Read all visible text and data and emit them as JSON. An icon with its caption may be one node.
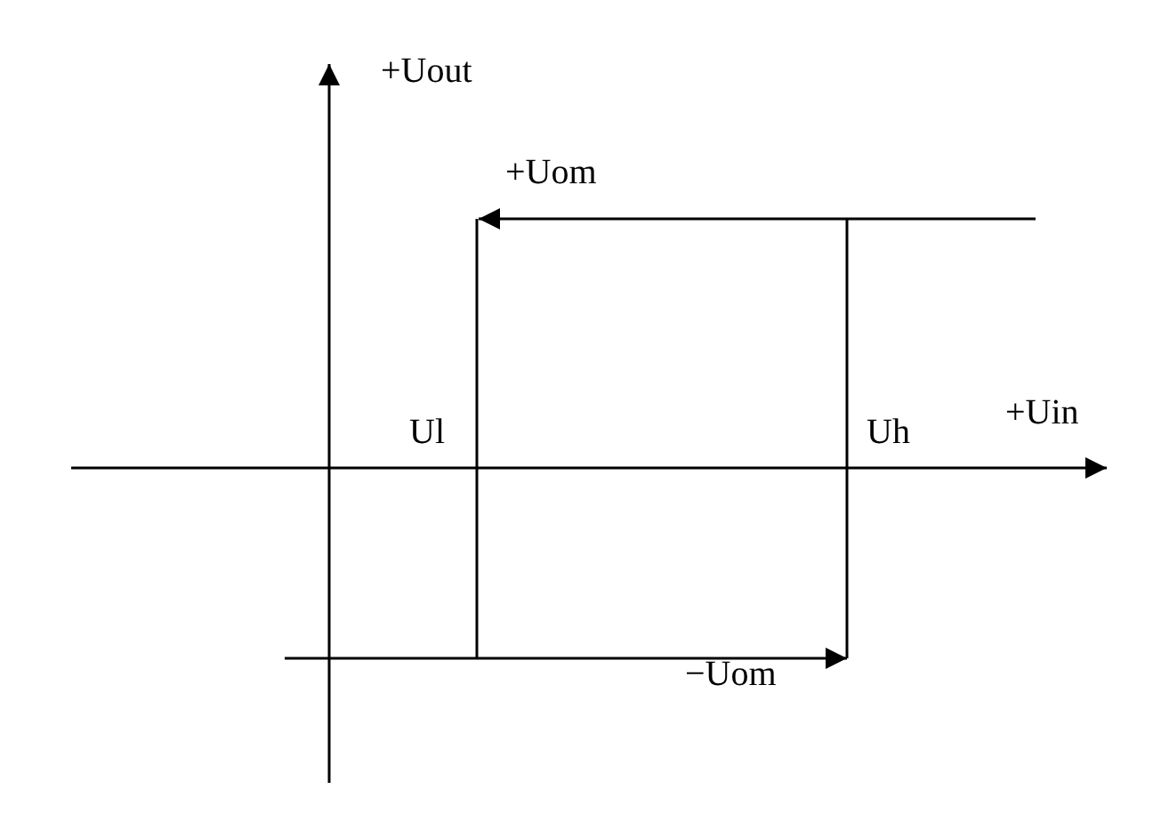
{
  "diagram": {
    "labels": [
      "+Uout",
      "+Uom",
      "Ul",
      "Uh",
      "+Uin",
      "−Uom"
    ]
  }
}
